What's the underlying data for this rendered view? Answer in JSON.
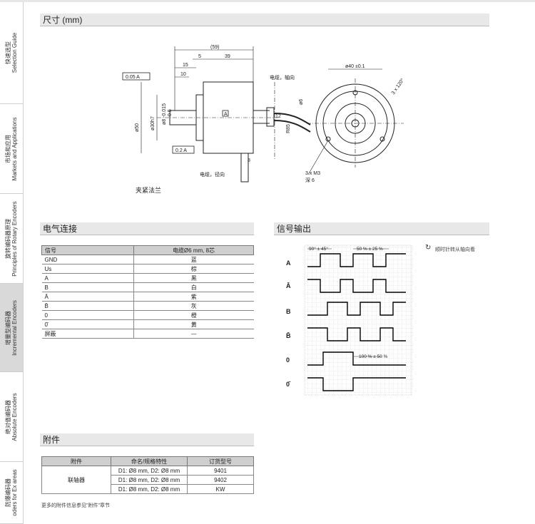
{
  "side_tabs": [
    {
      "cn": "快速选型",
      "en": "Selection Guide"
    },
    {
      "cn": "市场和应用",
      "en": "Markets and Applications"
    },
    {
      "cn": "旋转编码器原理",
      "en": "Principles of Rotary Encoders"
    },
    {
      "cn": "增量型编码器",
      "en": "Incremental Encoders",
      "active": true
    },
    {
      "cn": "绝对值编码器",
      "en": "Absolute Encoders"
    },
    {
      "cn": "防爆编码器",
      "en": "oders for Ex areas"
    }
  ],
  "dimensions": {
    "title": "尺寸 (mm)",
    "caption": "夹紧法兰",
    "labels": {
      "d59": "(59)",
      "d5": "5",
      "d39": "39",
      "d15": "15",
      "d10": "10",
      "tol1": "0.05 A",
      "tol2": "0.2 A",
      "datum": "A",
      "d50": "ø50",
      "d30": "ø30h7",
      "d8": "ø8 -0.015",
      "d05": "0.5",
      "d12": "12",
      "d8b": "8",
      "r85": "R85",
      "d6": "ø6",
      "cable_axial": "电缆，轴向",
      "cable_radial": "电缆，径向",
      "d40": "ø40 ±0.1",
      "angle": "3 x 120°",
      "m3": "3 x M3",
      "depth": "深 6"
    }
  },
  "connection": {
    "title": "电气连接",
    "header": [
      "信号",
      "电缆Ø6 mm, 8芯"
    ],
    "rows": [
      [
        "GND",
        "蓝"
      ],
      [
        "Us",
        "棕"
      ],
      [
        "A",
        "黑"
      ],
      [
        "B",
        "白"
      ],
      [
        "Ā",
        "紫"
      ],
      [
        "B̄",
        "灰"
      ],
      [
        "0",
        "橙"
      ],
      [
        "0̄",
        "黄"
      ],
      [
        "屏蔽",
        "—"
      ]
    ]
  },
  "signal": {
    "title": "信号输出",
    "rotation_note": "顺时针转从轴向看",
    "labels": [
      "A",
      "Ā",
      "B",
      "B̄",
      "0",
      "0̄"
    ],
    "ann_phase": "90° ± 45°",
    "ann_duty": "50 % ± 25 %",
    "ann_zero": "100 % ± 50 %"
  },
  "accessories": {
    "title": "附件",
    "header": [
      "附件",
      "命名/规格特性",
      "订货型号"
    ],
    "group": "联轴器",
    "rows": [
      [
        "D1: Ø8 mm, D2: Ø8 mm",
        "9401"
      ],
      [
        "D1: Ø8 mm, D2: Ø8 mm",
        "9402"
      ],
      [
        "D1: Ø8 mm, D2: Ø8 mm",
        "KW"
      ]
    ],
    "note": "更多的附件信息参见\"附件\"章节"
  }
}
